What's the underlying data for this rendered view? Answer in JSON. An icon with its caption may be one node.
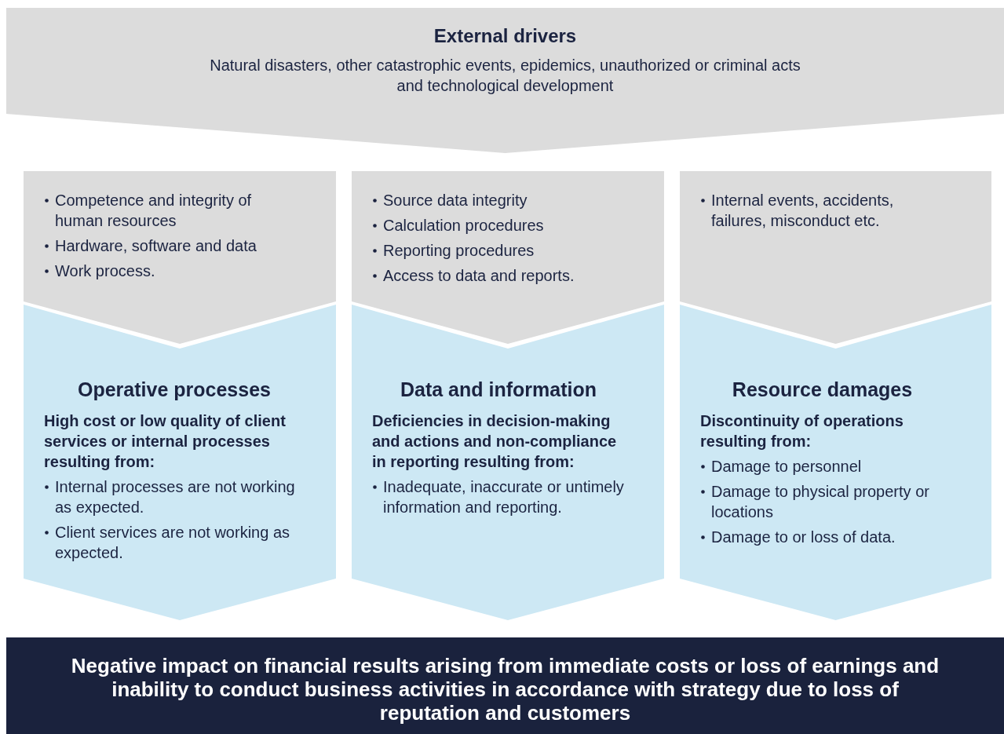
{
  "diagram": {
    "nodes": [
      {
        "text": [
          "External drivers",
          "Natural disasters, other catastrophic events, epidemics, unauthorized or criminal acts and technological development"
        ]
      },
      {
        "text": [
          "Competence and integrity of human resources",
          "Hardware, software and data",
          "Work process."
        ]
      },
      {
        "text": [
          "Source data integrity",
          "Calculation procedures",
          "Reporting procedures",
          "Access to data and reports."
        ]
      },
      {
        "text": [
          "Internal events, accidents, failures, misconduct etc."
        ]
      },
      {
        "text": [
          "Operative processes",
          "High cost or low quality of client services or internal processes resulting from:",
          "Internal processes are not working as expected.",
          "Client services are not working as expected."
        ]
      },
      {
        "text": [
          "Data and information",
          "Deficiencies in decision-making and actions and non-compliance in reporting resulting from:",
          "Inadequate, inaccurate or untimely information and reporting."
        ]
      },
      {
        "text": [
          "Resource damages",
          "Discontinuity of operations resulting from:",
          "Damage to personnel",
          "Damage to physical property or locations",
          "Damage to or loss of data."
        ]
      },
      {
        "text": [
          "Negative impact on financial results arising from immediate costs or loss of earnings and inability to conduct business activities in accordance with strategy due to loss of reputation and customers"
        ]
      }
    ]
  }
}
